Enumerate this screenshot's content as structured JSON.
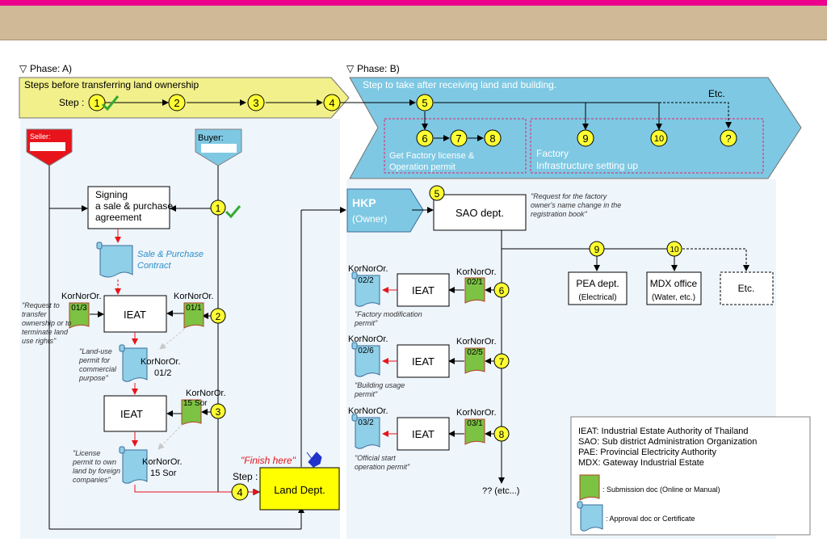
{
  "phaseA": {
    "label": "Phase: A)",
    "banner": "Steps before transferring land ownership",
    "step_label": "Step :",
    "steps": [
      "1",
      "2",
      "3",
      "4"
    ],
    "seller": "Seller:",
    "buyer": "Buyer:",
    "signing": [
      "Signing",
      "a sale & purchase",
      "agreement"
    ],
    "contract": [
      "Sale & Purchase",
      "Contract"
    ],
    "ieat": "IEAT",
    "docs": {
      "kno_01_3": [
        "KorNorOr.",
        "01/3"
      ],
      "kno_01_1": [
        "KorNorOr.",
        "01/1"
      ],
      "kno_01_2": [
        "KorNorOr.",
        "01/2"
      ],
      "sor_15_sub": [
        "KorNorOr.",
        "15 Sor"
      ],
      "sor_15_app": [
        "KorNorOr.",
        "15 Sor"
      ]
    },
    "notes": {
      "request": [
        "\"Request to",
        "transfer",
        "ownership or to",
        "terminate land",
        "use rights\""
      ],
      "landuse": [
        "\"Land-use",
        "permit for",
        "commercial",
        "purpose\""
      ],
      "license": [
        "\"License",
        "permit to own",
        "land by foreign",
        "companies\""
      ]
    },
    "finish": "\"Finish here\"",
    "step4_label": "Step :",
    "land_dept": "Land  Dept."
  },
  "phaseB": {
    "label": "Phase: B)",
    "banner": "Step to take after receiving land and building.",
    "etc_top": "Etc.",
    "steps_top": [
      "5",
      "6",
      "7",
      "8",
      "9",
      "10",
      "?"
    ],
    "group1": [
      "Get Factory license &",
      "Operation permit"
    ],
    "group2": [
      "Factory",
      "Infrastructure setting up"
    ],
    "hkp": "HKP",
    "hkp_owner": "(Owner)",
    "sao": "SAO dept.",
    "sao_note": [
      "\"Request for the factory",
      "owner's name change in the",
      "registration book\""
    ],
    "pea": [
      "PEA dept.",
      "(Electrical)"
    ],
    "mdx": [
      "MDX office",
      "(Water, etc.)"
    ],
    "etc_box": "Etc.",
    "ieat": "IEAT",
    "docs": {
      "d02_2": [
        "KorNorOr.",
        "02/2"
      ],
      "d02_1": [
        "KorNorOr.",
        "02/1"
      ],
      "d02_6": [
        "KorNorOr.",
        "02/6"
      ],
      "d02_5": [
        "KorNorOr.",
        "02/5"
      ],
      "d03_2": [
        "KorNorOr.",
        "03/2"
      ],
      "d03_1": [
        "KorNorOr.",
        "03/1"
      ]
    },
    "notes": {
      "factory_mod": [
        "\"Factory modification",
        "permit\""
      ],
      "building": [
        "\"Building usage",
        "permit\""
      ],
      "official": [
        "\"Official start",
        "operation permit\""
      ]
    },
    "etc_bottom": "?? (etc...)"
  },
  "legend": {
    "lines": [
      "IEAT: Industrial Estate Authority of Thailand",
      "SAO: Sub district Administration Organization",
      "PAE: Provincial Electricity Authority",
      "MDX: Gateway Industrial Estate"
    ],
    "submission": ": Submission doc (Online or Manual)",
    "approval": ": Approval doc or Certificate"
  },
  "colors": {
    "banner_a": "#f2f08a",
    "banner_b": "#7ec8e3",
    "step_circle": "#ffff33",
    "submission_doc": "#7cc243",
    "approval_doc": "#8fcfe8",
    "land_dept": "#ffff00",
    "seller": "#e8141b",
    "buyer": "#7ec8e3"
  }
}
